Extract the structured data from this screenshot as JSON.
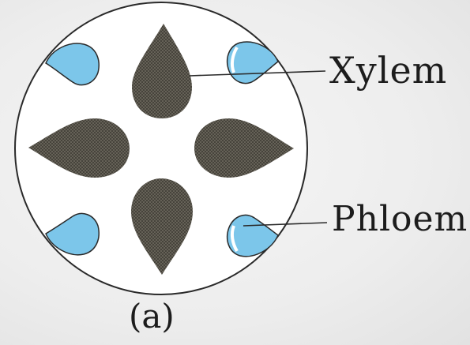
{
  "labels": {
    "xylem": "Xylem",
    "phloem": "Phloem",
    "caption": "(a)"
  },
  "colors": {
    "xylem_fill": "#6e6a5f",
    "phloem_fill": "#7cc6ea",
    "outline": "#2a2a2a",
    "background": "#ececec"
  },
  "structure": {
    "xylem_count": 4,
    "phloem_count": 4
  }
}
